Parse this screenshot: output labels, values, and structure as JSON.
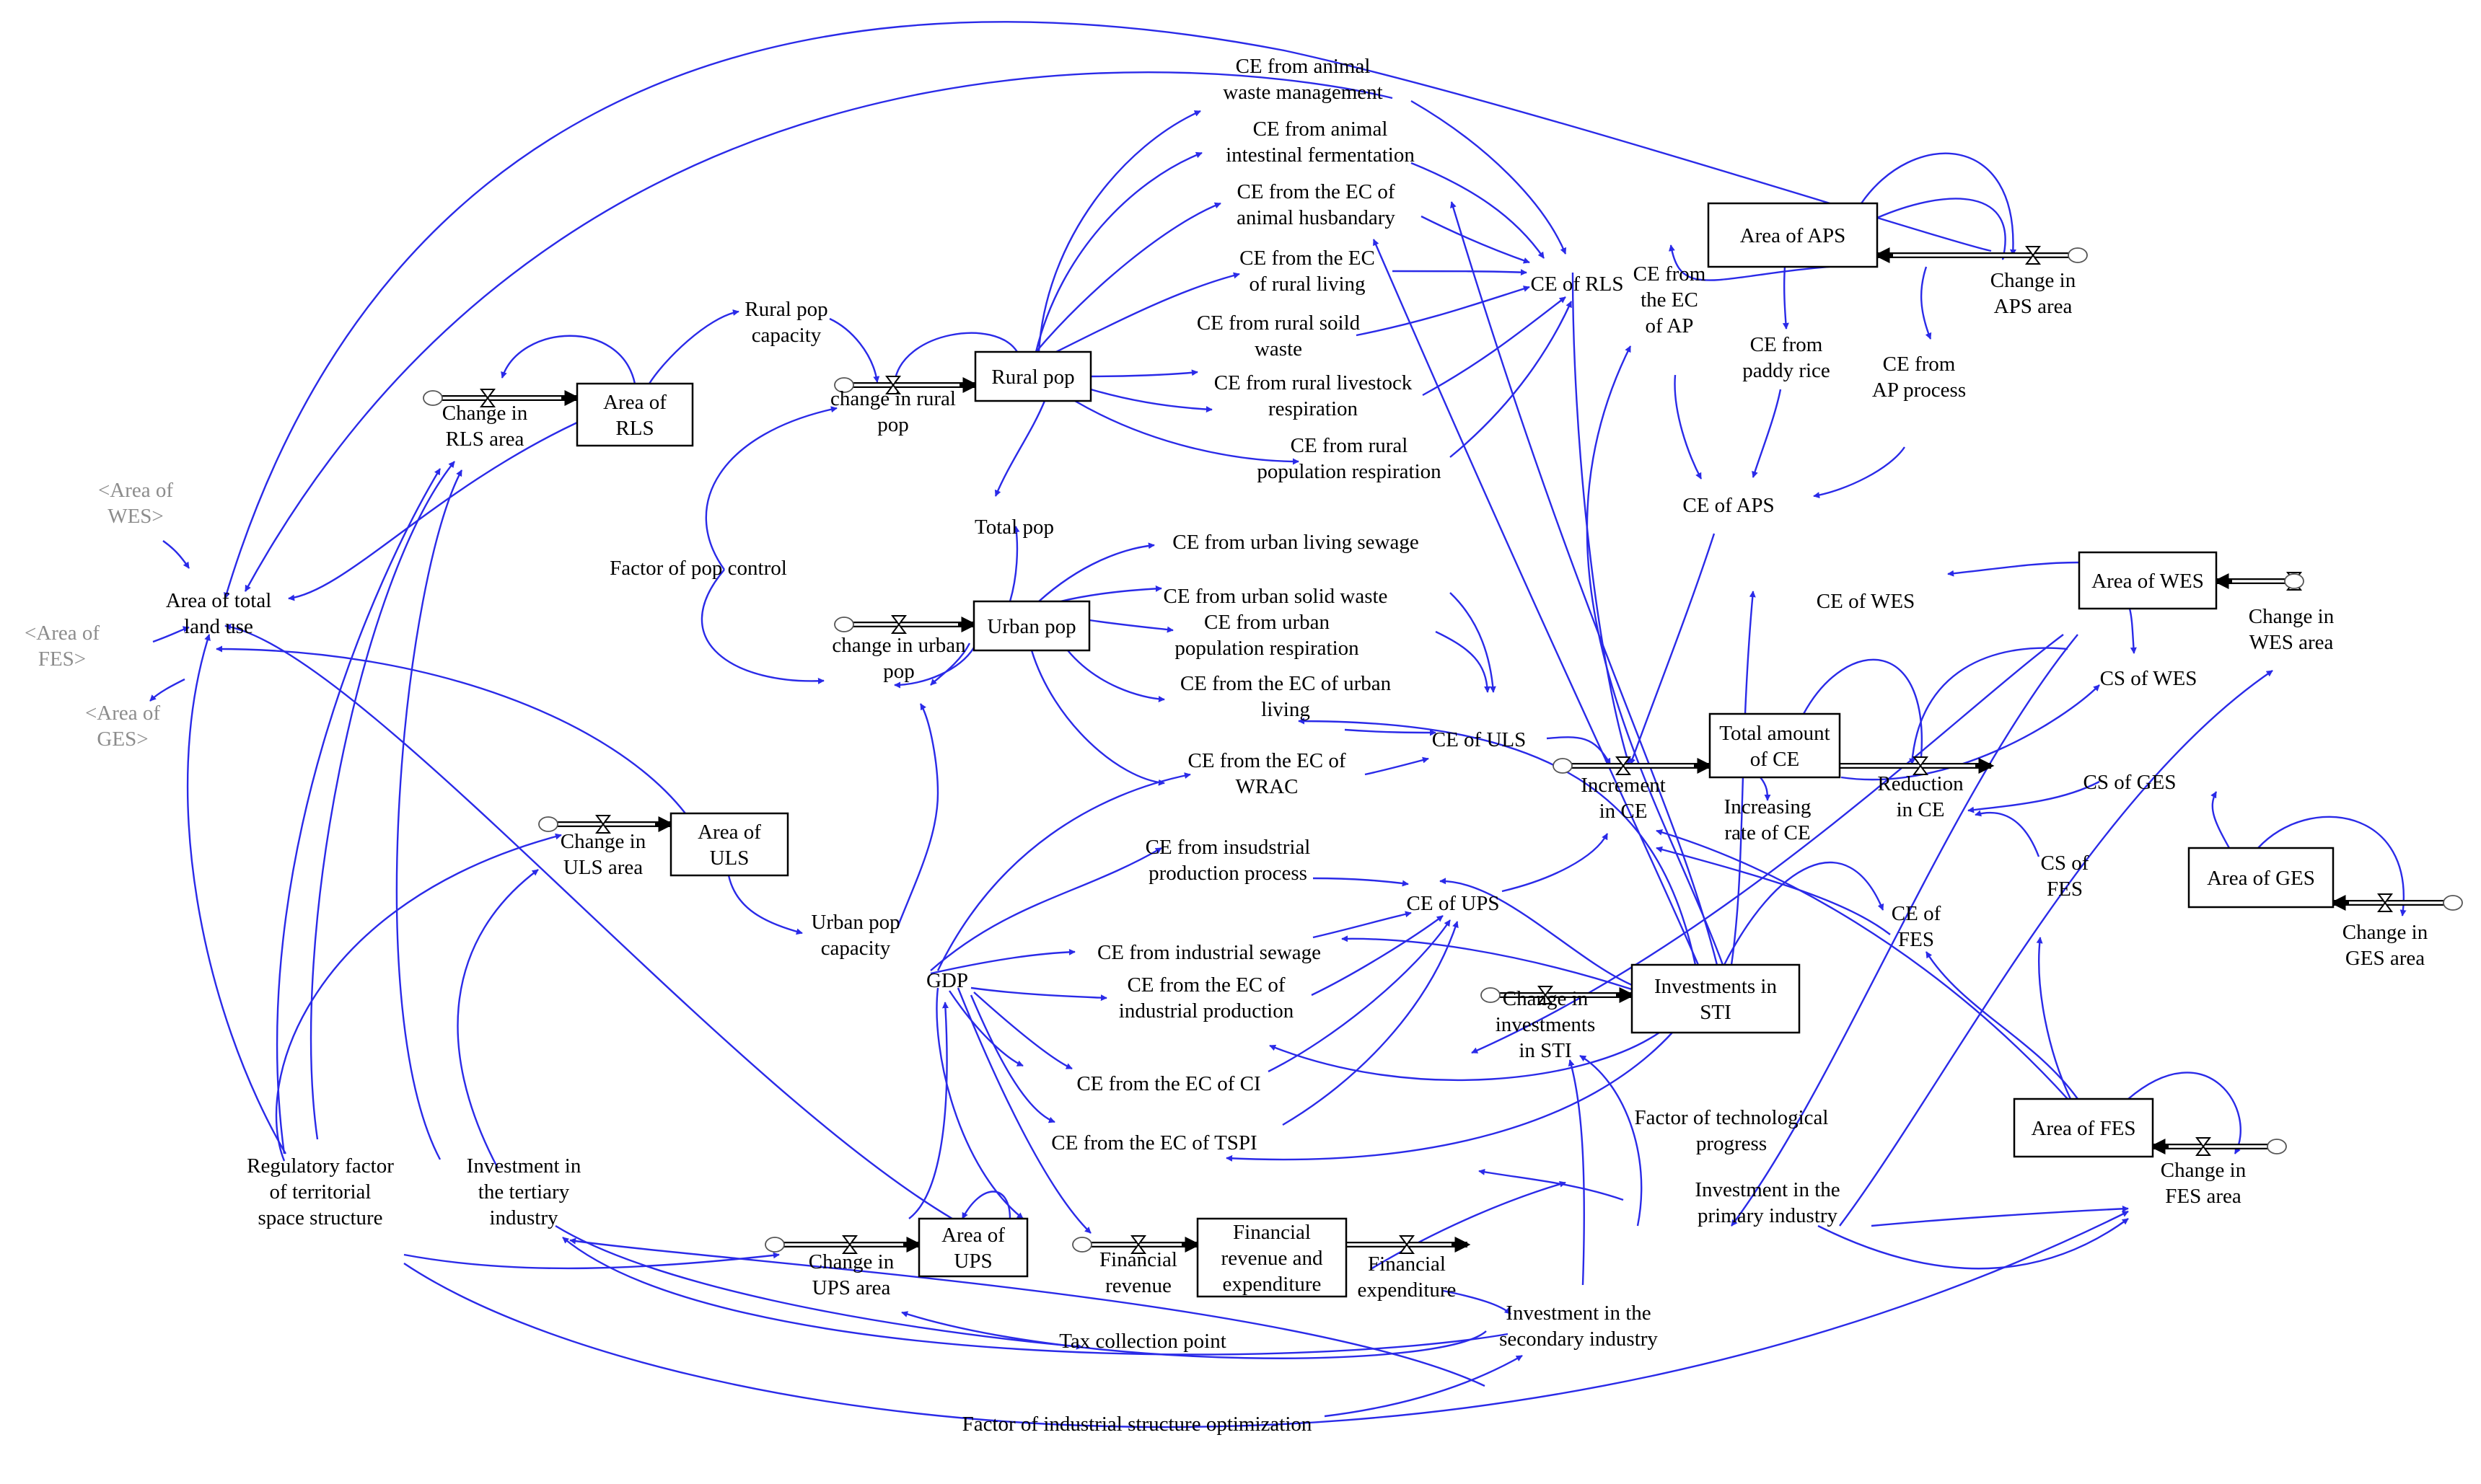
{
  "diagram": {
    "stocks": {
      "area_rls": "Area of|RLS",
      "rural_pop": "Rural pop",
      "urban_pop": "Urban pop",
      "area_uls": "Area of|ULS",
      "area_ups": "Area of|UPS",
      "financial": "Financial|revenue and|expenditure",
      "area_aps": "Area of APS",
      "total_ce": "Total amount|of CE",
      "investments_sti": "Investments in|STI",
      "area_wes": "Area of WES",
      "area_ges": "Area of GES",
      "area_fes": "Area of FES"
    },
    "variables": {
      "change_rls": "Change in|RLS area",
      "rural_pop_capacity": "Rural pop|capacity",
      "change_rural_pop": "change in rural|pop",
      "factor_pop_control": "Factor of pop control",
      "total_pop": "Total pop",
      "change_urban_pop": "change in urban|pop",
      "area_total_land": "Area of total|land use",
      "change_uls": "Change in|ULS area",
      "urban_pop_capacity": "Urban pop|capacity",
      "gdp": "GDP",
      "regulatory_factor": "Regulatory factor|of territorial|space structure",
      "invest_tertiary": "Investment in|the tertiary|industry",
      "change_ups": "Change in|UPS area",
      "financial_revenue": "Financial|revenue",
      "tax_collection": "Tax collection point",
      "financial_expenditure": "Financial|expenditure",
      "invest_secondary": "Investment in the|secondary industry",
      "factor_industrial": "Factor of industrial structure optimization",
      "ce_animal_waste": "CE from animal|waste management",
      "ce_animal_intestinal": "CE from animal|intestinal fermentation",
      "ce_ec_animal": "CE from the EC of|animal husbandary",
      "ce_ec_rural_living": "CE from the EC|of rural living",
      "ce_rural_solid": "CE from rural soild|waste",
      "ce_rural_livestock": "CE from rural livestock|respiration",
      "ce_rural_pop_resp": "CE from rural|population respiration",
      "ce_rls": "CE of RLS",
      "ce_urban_sewage": "CE from urban living sewage",
      "ce_urban_solid": "CE from urban solid waste",
      "ce_urban_pop_resp": "CE from urban|population respiration",
      "ce_ec_urban_living": "CE from the EC of urban|living",
      "ce_ec_wrac": "CE from the EC of|WRAC",
      "ce_uls": "CE of ULS",
      "ce_ind_process": "CE from insudstrial|production process",
      "ce_ind_sewage": "CE from industrial sewage",
      "ce_ec_ind_prod": "CE from the EC of|industrial production",
      "ce_ec_ci": "CE from the EC of CI",
      "ce_ec_tspi": "CE from the EC of TSPI",
      "ce_ups": "CE of UPS",
      "change_invest_sti": "Change in|investments|in STI",
      "factor_tech": "Factor of technological|progress",
      "invest_primary": "Investment in the|primary industry",
      "ce_ec_ap": "CE from|the EC|of AP",
      "ce_paddy": "CE from|paddy rice",
      "ce_ap_process": "CE from|AP process",
      "ce_aps": "CE of APS",
      "change_aps": "Change in|APS area",
      "ce_wes": "CE of WES",
      "increment_ce": "Increment|in CE",
      "increasing_rate": "Increasing|rate of CE",
      "reduction_ce": "Reduction|in CE",
      "cs_wes": "CS of WES",
      "change_wes": "Change in|WES area",
      "cs_ges": "CS of GES",
      "cs_fes": "CS of|FES",
      "ce_fes": "CE of|FES",
      "change_ges": "Change in|GES area",
      "change_fes": "Change in|FES area"
    },
    "shadows": {
      "shadow_wes": "<Area of|WES>",
      "shadow_fes": "<Area of|FES>",
      "shadow_ges": "<Area of|GES>"
    }
  }
}
